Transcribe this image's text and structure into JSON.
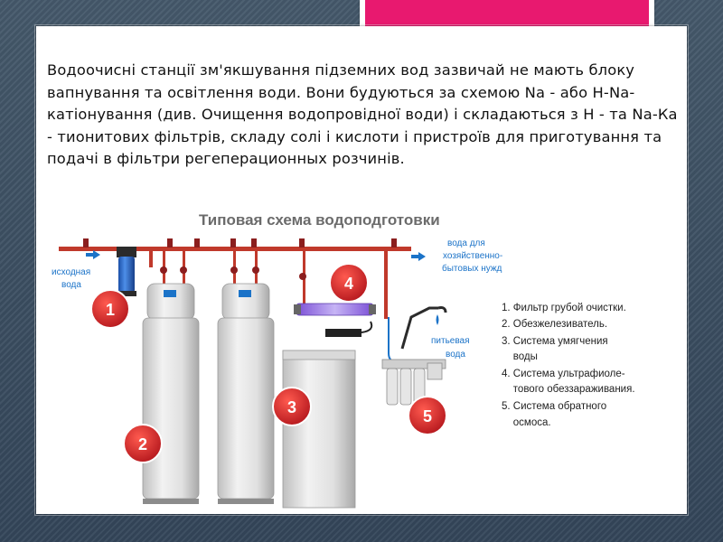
{
  "slide": {
    "paragraph": "Водоочисні станції зм'якшування підземних вод зазвичай не мають блоку вапнування та освітлення води. Вони будуються за схемою Na - або Н-Na-катіонування (див. Очищення водопровідної води) і складаються з Н - та Na-Ка - тионитових фільтрів, складу солі і кислоти і пристроїв для приготування та подачі в фільтри регеперационных розчинів."
  },
  "diagram": {
    "title": "Типовая схема водоподготовки",
    "input_label_1": "исходная",
    "input_label_2": "вода",
    "output_label_1": "вода для",
    "output_label_2": "хозяйственно-",
    "output_label_3": "бытовых нужд",
    "drink_label_1": "питьевая",
    "drink_label_2": "вода",
    "badges": [
      "1",
      "2",
      "3",
      "4",
      "5"
    ],
    "legend": [
      "1. Фильтр грубой очистки.",
      "2. Обезжелезиватель.",
      "3. Система умягчения",
      "    воды",
      "4. Система ультрафиоле-",
      "    тового обеззараживания.",
      "5. Система обратного",
      "    осмоса."
    ]
  },
  "colors": {
    "accent_pink": "#e8196f",
    "badge_red": "#d9252b",
    "pipe_red": "#c0392b",
    "arrow_blue": "#1b73c8",
    "title_gray": "#6b6b6b"
  }
}
